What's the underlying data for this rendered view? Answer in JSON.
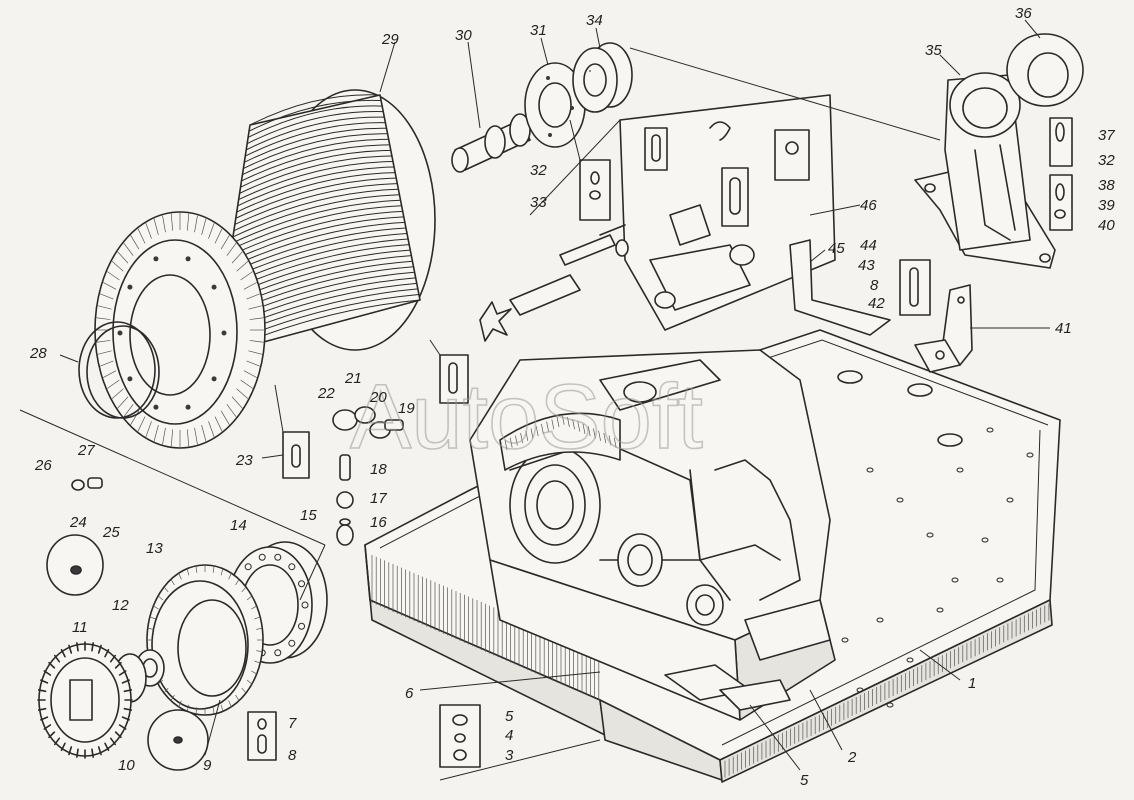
{
  "watermark": "AutoSoft",
  "callouts": {
    "c1": "1",
    "c2": "2",
    "c3": "3",
    "c4": "4",
    "c5a": "5",
    "c5b": "5",
    "c6": "6",
    "c7": "7",
    "c8a": "8",
    "c8b": "8",
    "c9": "9",
    "c10": "10",
    "c11": "11",
    "c12": "12",
    "c13": "13",
    "c14": "14",
    "c15": "15",
    "c16": "16",
    "c17": "17",
    "c18": "18",
    "c19": "19",
    "c20": "20",
    "c21": "21",
    "c22": "22",
    "c23": "23",
    "c24": "24",
    "c25": "25",
    "c26": "26",
    "c27": "27",
    "c28": "28",
    "c29": "29",
    "c30": "30",
    "c31": "31",
    "c32a": "32",
    "c32b": "32",
    "c33": "33",
    "c34": "34",
    "c35": "35",
    "c36": "36",
    "c37": "37",
    "c38": "38",
    "c39": "39",
    "c40": "40",
    "c41": "41",
    "c42": "42",
    "c43": "43",
    "c44": "44",
    "c45": "45",
    "c46": "46"
  }
}
